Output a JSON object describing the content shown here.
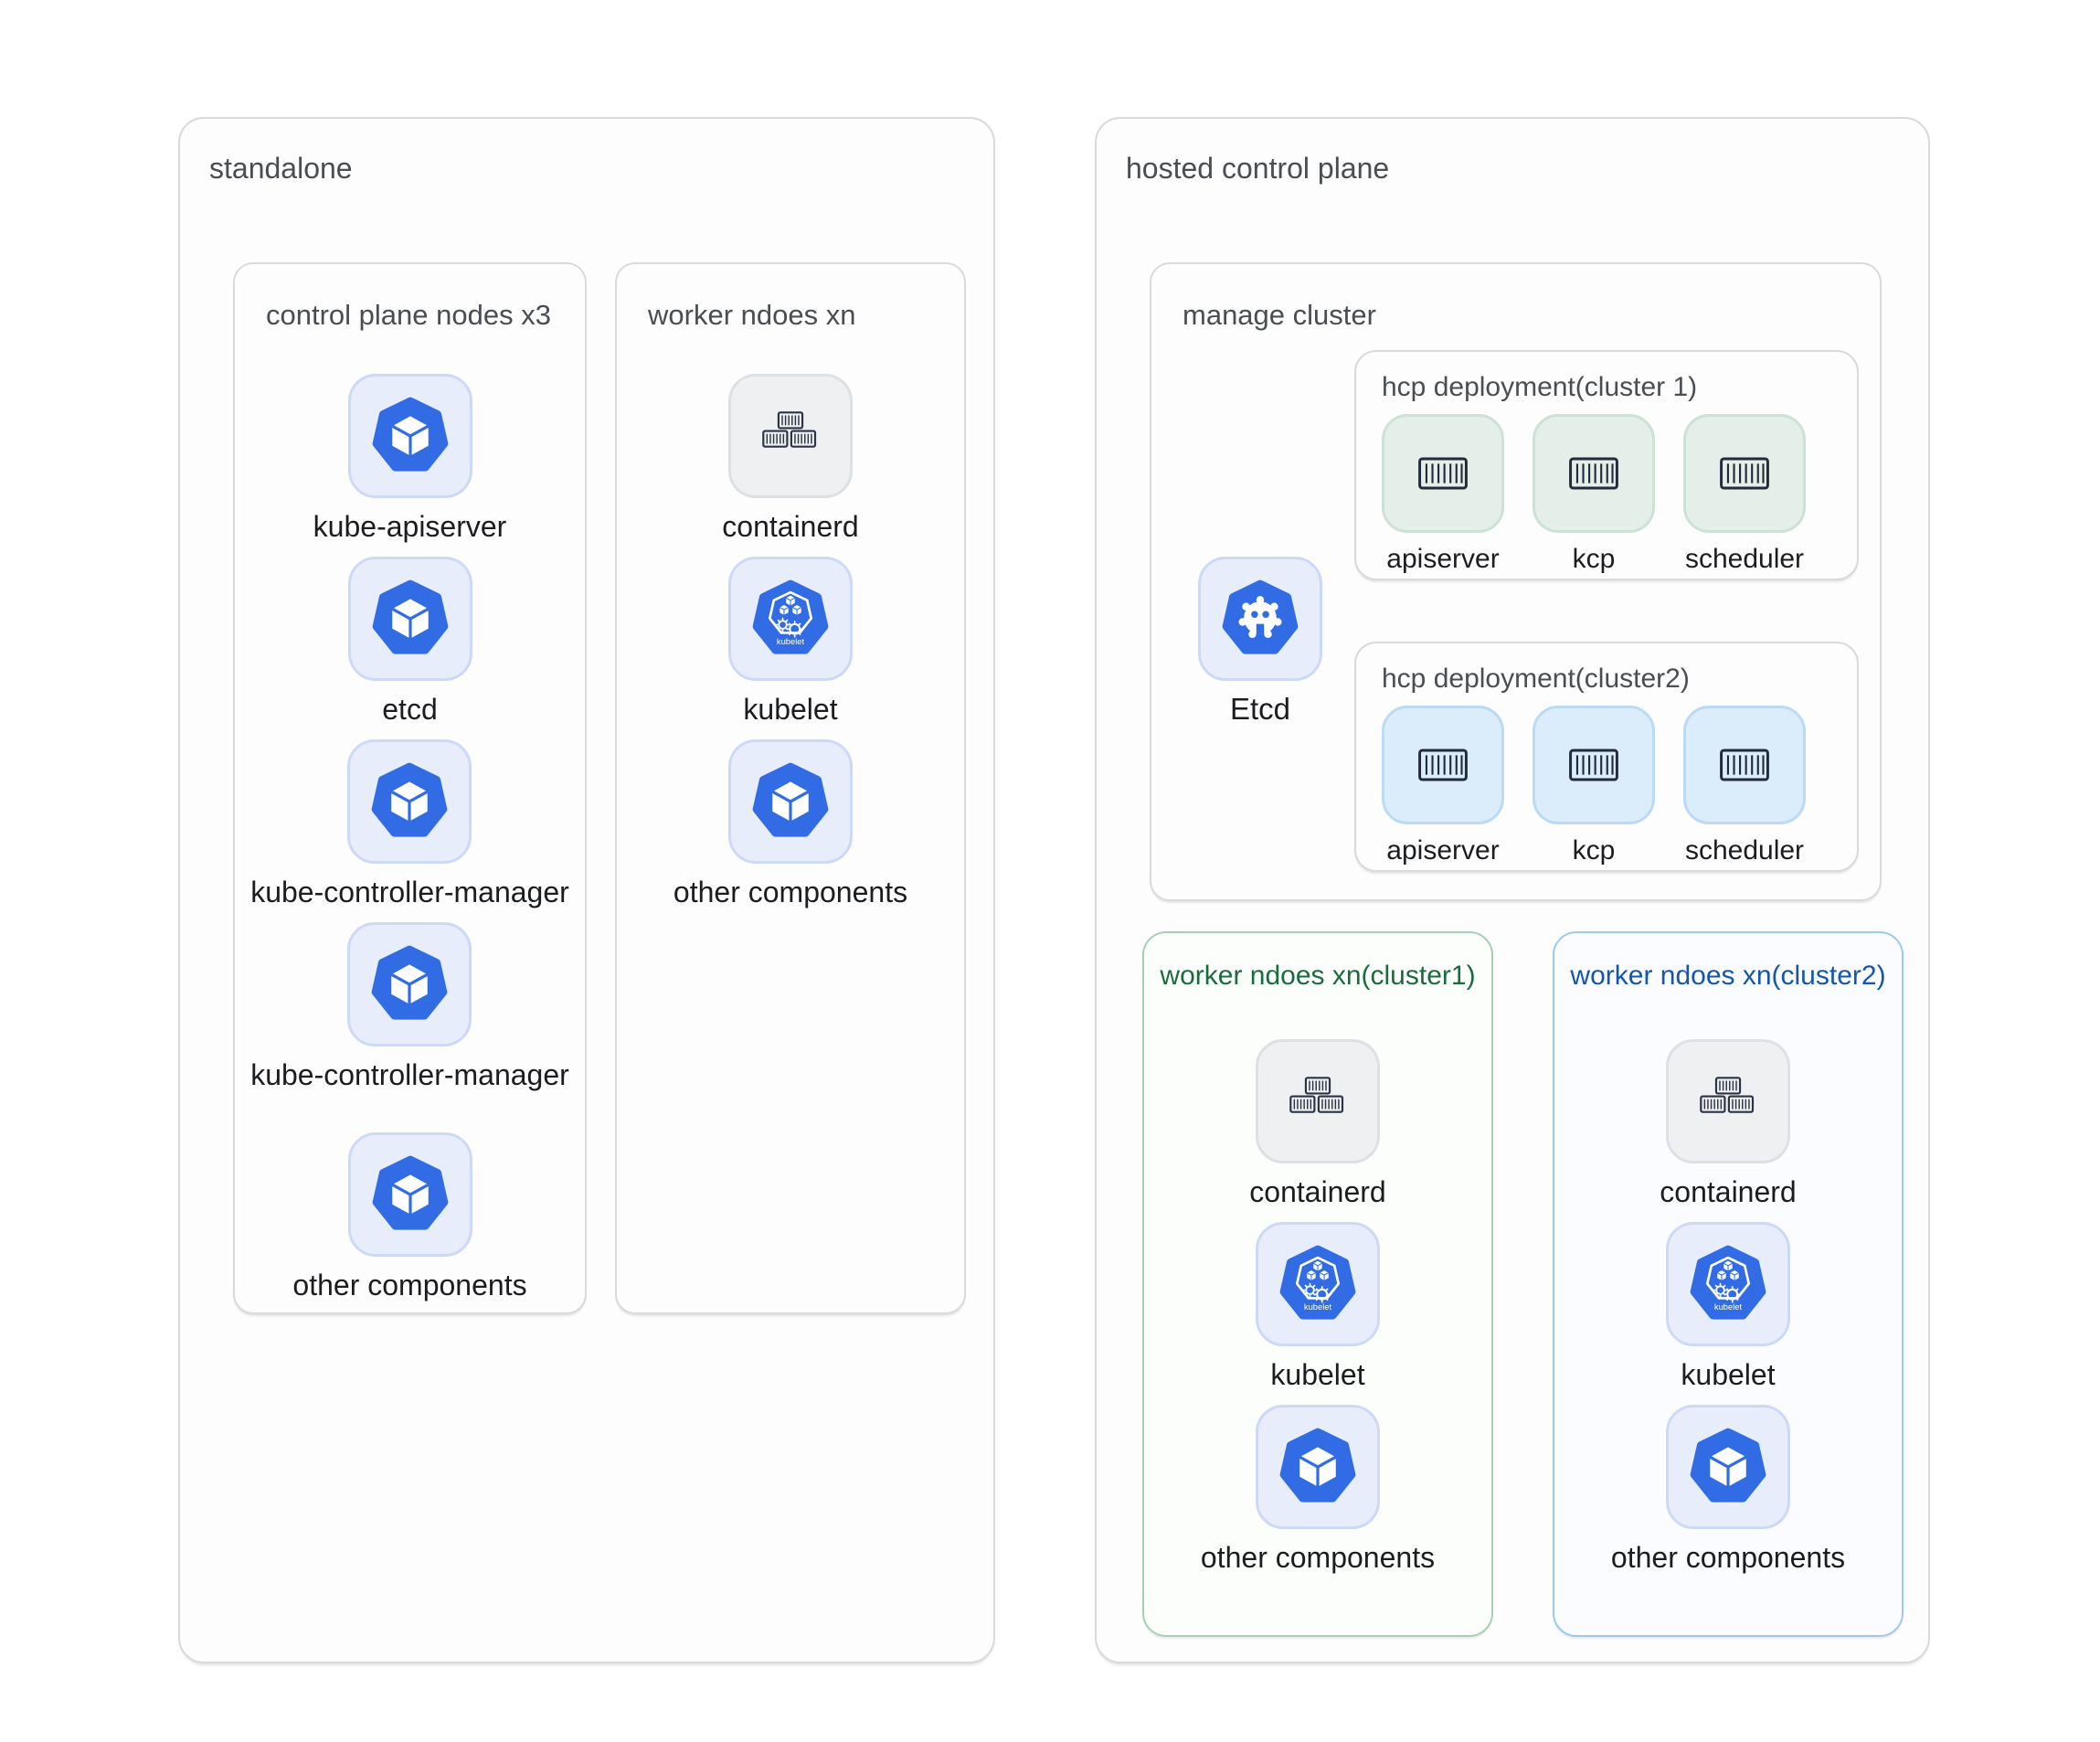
{
  "colors": {
    "kubernetes_blue": "#326ce5",
    "container_icon_ink": "#2b3344",
    "box_border_gray": "#d8d9da",
    "title_gray": "#4a4e53",
    "label_black": "#1b1d20",
    "tile_blue_bg": "#e8edfb",
    "tile_blue_border": "#ccd9f7",
    "tile_gray_bg": "#eef0f2",
    "tile_gray_border": "#dde0e4",
    "tile_green_bg": "#e3efe8",
    "tile_green_border": "#cbe2d4",
    "tile_lightblue_bg": "#dbecfb",
    "tile_lightblue_border": "#badaf5",
    "cluster1_accent": "#1a6b3e",
    "cluster1_border": "#a6d0b6",
    "cluster2_accent": "#1656aa",
    "cluster2_border": "#9cc9f2"
  },
  "icons": {
    "kubelet_text": "kubelet"
  },
  "standalone": {
    "title": "standalone",
    "control_plane": {
      "title": "control plane nodes x3",
      "components": [
        {
          "label": "kube-apiserver",
          "icon": "kubernetes-cube-icon"
        },
        {
          "label": "etcd",
          "icon": "kubernetes-cube-icon"
        },
        {
          "label": "kube-controller-manager",
          "icon": "kubernetes-cube-icon"
        },
        {
          "label": "kube-controller-manager",
          "icon": "kubernetes-cube-icon"
        },
        {
          "label": "other components",
          "icon": "kubernetes-cube-icon"
        }
      ]
    },
    "workers": {
      "title": "worker ndoes xn",
      "components": [
        {
          "label": "containerd",
          "icon": "containerd-icon"
        },
        {
          "label": "kubelet",
          "icon": "kubelet-icon"
        },
        {
          "label": "other components",
          "icon": "kubernetes-cube-icon"
        }
      ]
    }
  },
  "hosted": {
    "title": "hosted control plane",
    "manage_cluster": {
      "title": "manage cluster",
      "etcd": {
        "label": "Etcd",
        "icon": "etcd-icon"
      },
      "deployments": [
        {
          "title": "hcp deployment(cluster 1)",
          "theme": "green",
          "containers": [
            {
              "label": "apiserver",
              "icon": "container-icon"
            },
            {
              "label": "kcp",
              "icon": "container-icon"
            },
            {
              "label": "scheduler",
              "icon": "container-icon"
            }
          ]
        },
        {
          "title": "hcp deployment(cluster2)",
          "theme": "lightblue",
          "containers": [
            {
              "label": "apiserver",
              "icon": "container-icon"
            },
            {
              "label": "kcp",
              "icon": "container-icon"
            },
            {
              "label": "scheduler",
              "icon": "container-icon"
            }
          ]
        }
      ]
    },
    "worker_groups": [
      {
        "title": "worker ndoes xn(cluster1)",
        "theme": "green",
        "components": [
          {
            "label": "containerd",
            "icon": "containerd-icon"
          },
          {
            "label": "kubelet",
            "icon": "kubelet-icon"
          },
          {
            "label": "other components",
            "icon": "kubernetes-cube-icon"
          }
        ]
      },
      {
        "title": "worker ndoes xn(cluster2)",
        "theme": "blue",
        "components": [
          {
            "label": "containerd",
            "icon": "containerd-icon"
          },
          {
            "label": "kubelet",
            "icon": "kubelet-icon"
          },
          {
            "label": "other components",
            "icon": "kubernetes-cube-icon"
          }
        ]
      }
    ]
  }
}
